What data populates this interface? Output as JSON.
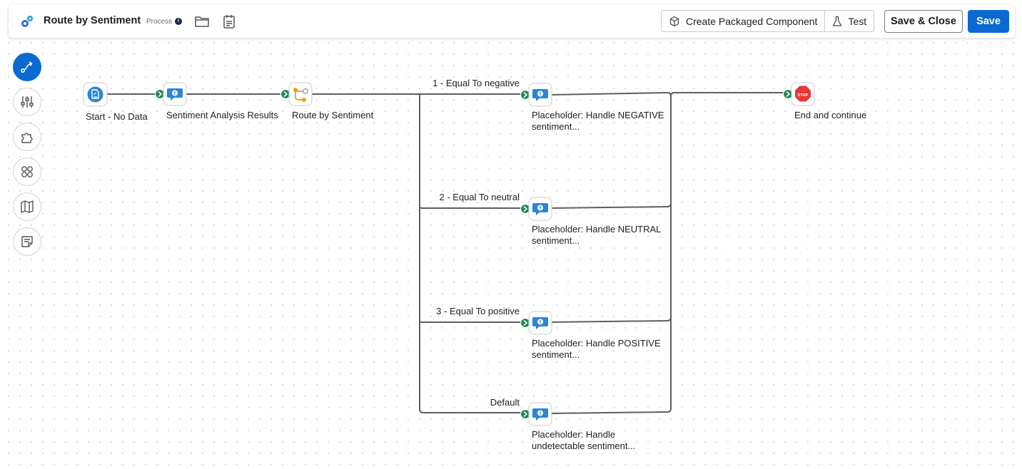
{
  "header": {
    "title": "Route by Sentiment",
    "process_type": "Process",
    "info_glyph": "i",
    "create_packaged_label": "Create Packaged Component",
    "test_label": "Test",
    "save_close_label": "Save & Close",
    "save_label": "Save",
    "icons": [
      "process-gears-icon",
      "folder-icon",
      "notes-icon",
      "package-icon",
      "flask-icon"
    ]
  },
  "rail": {
    "items": [
      {
        "name": "build",
        "icon": "route-icon",
        "active": true
      },
      {
        "name": "configure",
        "icon": "sliders-icon",
        "active": false
      },
      {
        "name": "extensions",
        "icon": "puzzle-icon",
        "active": false
      },
      {
        "name": "components",
        "icon": "grid-circles-icon",
        "active": false
      },
      {
        "name": "map",
        "icon": "map-icon",
        "active": false
      },
      {
        "name": "notes",
        "icon": "note-icon",
        "active": false
      }
    ]
  },
  "canvas": {
    "shapes": {
      "start": {
        "label": "Start - No Data",
        "icon": "document-icon"
      },
      "sentiment": {
        "label": "Sentiment Analysis Results",
        "icon": "message-alert-icon"
      },
      "route": {
        "label": "Route by Sentiment",
        "icon": "route-branch-icon"
      },
      "negative": {
        "line1": "Placeholder: Handle NEGATIVE",
        "line2": "sentiment...",
        "icon": "message-alert-icon"
      },
      "neutral": {
        "line1": "Placeholder: Handle NEUTRAL",
        "line2": "sentiment...",
        "icon": "message-alert-icon"
      },
      "positive": {
        "line1": "Placeholder: Handle POSITIVE",
        "line2": "sentiment...",
        "icon": "message-alert-icon"
      },
      "default": {
        "line1": "Placeholder: Handle",
        "line2": "undetectable sentiment...",
        "icon": "message-alert-icon"
      },
      "end": {
        "label": "End and continue",
        "icon": "stop-icon",
        "stop_text": "STOP"
      }
    },
    "routes": {
      "r1": "1 - Equal To negative",
      "r2": "2 - Equal To neutral",
      "r3": "3 - Equal To positive",
      "r4": "Default"
    },
    "colors": {
      "connector": "#1a8a52",
      "message": "#2b86d6",
      "route": "#f39c12",
      "stop": "#e53935",
      "primary": "#0b6ad1"
    }
  }
}
